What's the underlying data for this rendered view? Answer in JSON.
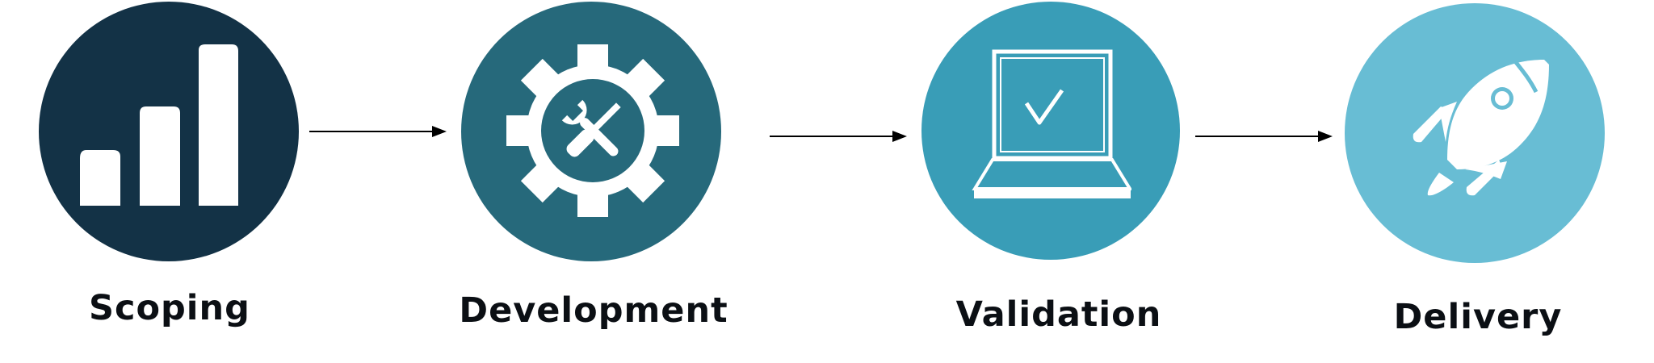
{
  "steps": [
    {
      "label": "Scoping",
      "icon": "bar-chart-icon",
      "color": "#133246"
    },
    {
      "label": "Development",
      "icon": "gear-tools-icon",
      "color": "#26697b"
    },
    {
      "label": "Validation",
      "icon": "laptop-check-icon",
      "color": "#399db7"
    },
    {
      "label": "Delivery",
      "icon": "rocket-icon",
      "color": "#68bdd4"
    }
  ],
  "arrow_color": "#000000"
}
